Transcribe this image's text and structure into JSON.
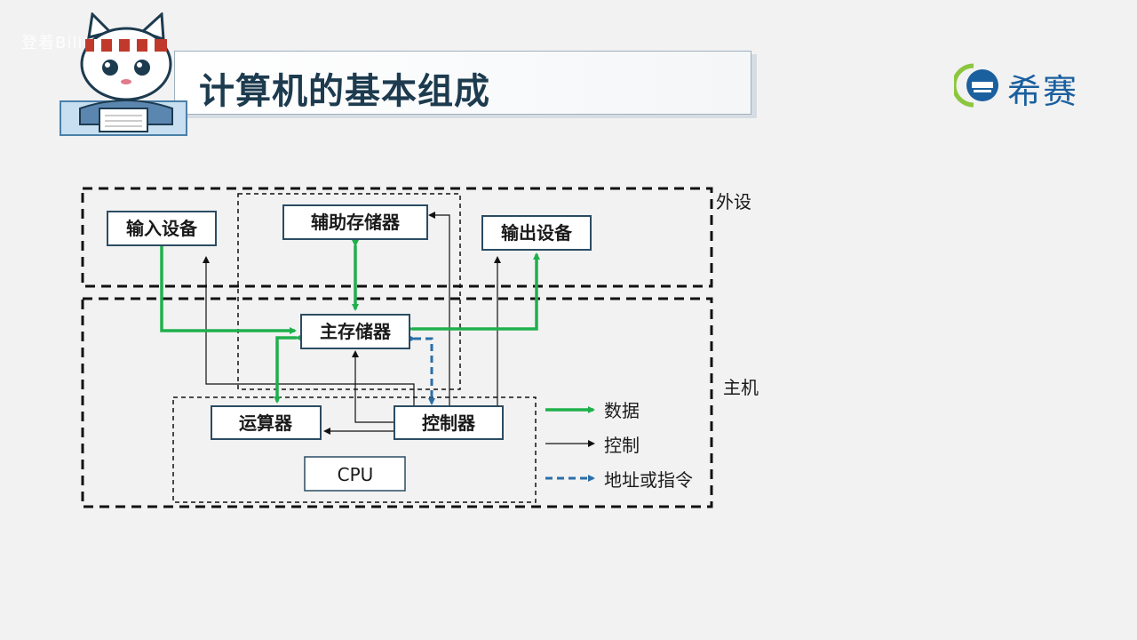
{
  "slide": {
    "title": "计算机的基本组成",
    "watermark": "登着Bili"
  },
  "logo": {
    "text": "希赛"
  },
  "diagram": {
    "regions": {
      "peripheral": "外设",
      "host": "主机"
    },
    "boxes": {
      "input_device": "输入设备",
      "aux_storage": "辅助存储器",
      "output_device": "输出设备",
      "main_memory": "主存储器",
      "alu": "运算器",
      "controller": "控制器",
      "cpu": "CPU"
    },
    "legend": {
      "data": "数据",
      "control": "控制",
      "address": "地址或指令"
    },
    "colors": {
      "data_arrow": "#1fb04c",
      "control_arrow": "#111111",
      "address_arrow": "#2a6fa8",
      "box_border": "#2b4c63"
    }
  }
}
